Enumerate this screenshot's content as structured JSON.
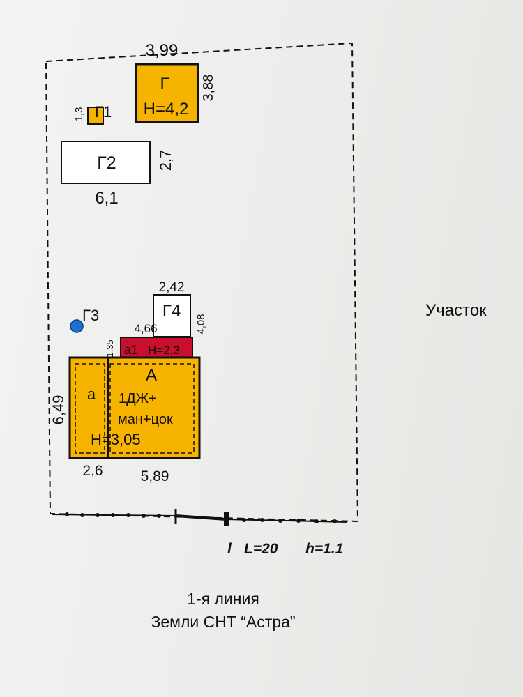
{
  "colors": {
    "outbuilding_fill": "#f6b400",
    "house_fill": "#f6b400",
    "veranda_fill": "#c8102e",
    "well_fill": "#1f6fd1",
    "line": "#111111"
  },
  "buildings": {
    "g": {
      "name": "Г",
      "height_label": "Н=4,2",
      "width_label": "3,99",
      "depth_label": "3,88"
    },
    "g1": {
      "name": "Г1",
      "depth_label": "1,3"
    },
    "g2": {
      "name": "Г2",
      "width_label": "6,1",
      "depth_label": "2,7"
    },
    "g3": {
      "name": "Г3"
    },
    "g4": {
      "name": "Г4",
      "width_label": "2,42",
      "depth_label": "4,08"
    },
    "a1": {
      "name": "а1",
      "height_label": "Н=2,3",
      "width_label": "4,66",
      "depth_label": "1,35"
    },
    "house": {
      "name": "А",
      "line1": "1ДЖ+",
      "line2": "ман+цок",
      "height_label": "Н=3,05",
      "annex_name": "а",
      "depth_label": "6,49",
      "annex_width_label": "2,6",
      "width_label": "5,89"
    }
  },
  "scale": {
    "l_label": "l",
    "length_label": "L=20",
    "height_label": "h=1.1"
  },
  "labels": {
    "side": "Участок",
    "caption_line1": "1-я линия",
    "caption_line2": "Земли СНТ “Астра”"
  }
}
